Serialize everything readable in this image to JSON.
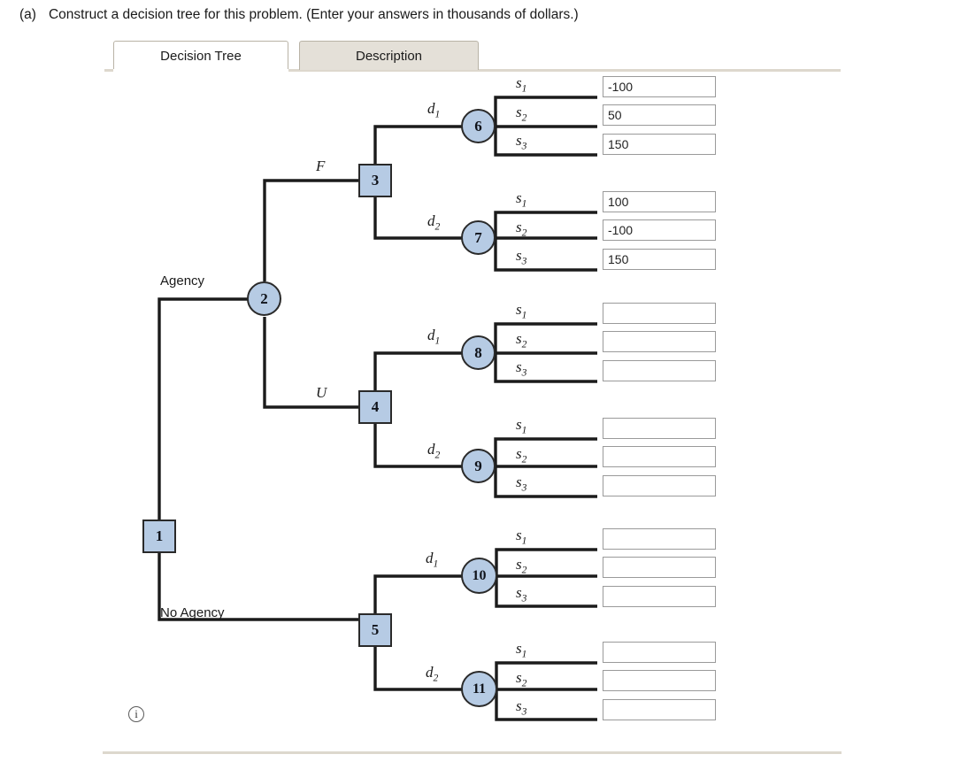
{
  "prompt": {
    "label": "(a)",
    "text": "Construct a decision tree for this problem. (Enter your answers in thousands of dollars.)"
  },
  "tabs": [
    {
      "id": "decision-tree",
      "label": "Decision Tree",
      "active": true
    },
    {
      "id": "description",
      "label": "Description",
      "active": false
    }
  ],
  "colors": {
    "node_fill": "#b6cbe4",
    "node_border": "#2a2a2a",
    "tab_inactive": "#e4e0d8",
    "tab_border": "#b9b3a6",
    "divider": "#ddd8cd",
    "input_border": "#9a9a9a"
  },
  "icons": {
    "info": "i"
  },
  "tree": {
    "nodes": [
      {
        "id": "1",
        "shape": "square",
        "label": "1"
      },
      {
        "id": "2",
        "shape": "circle",
        "label": "2"
      },
      {
        "id": "3",
        "shape": "square",
        "label": "3"
      },
      {
        "id": "4",
        "shape": "square",
        "label": "4"
      },
      {
        "id": "5",
        "shape": "square",
        "label": "5"
      },
      {
        "id": "6",
        "shape": "circle",
        "label": "6"
      },
      {
        "id": "7",
        "shape": "circle",
        "label": "7"
      },
      {
        "id": "8",
        "shape": "circle",
        "label": "8"
      },
      {
        "id": "9",
        "shape": "circle",
        "label": "9"
      },
      {
        "id": "10",
        "shape": "circle",
        "label": "10"
      },
      {
        "id": "11",
        "shape": "circle",
        "label": "11"
      }
    ],
    "edge_labels": {
      "agency": "Agency",
      "no_agency": "No Agency",
      "favorable": "F",
      "unfavorable": "U",
      "d1": "d",
      "d1_sub": "1",
      "d2": "d",
      "d2_sub": "2",
      "s1": "s",
      "s1_sub": "1",
      "s2": "s",
      "s2_sub": "2",
      "s3": "s",
      "s3_sub": "3"
    }
  },
  "payoffs": {
    "node6": {
      "s1": "-100",
      "s2": "50",
      "s3": "150"
    },
    "node7": {
      "s1": "100",
      "s2": "-100",
      "s3": "150"
    },
    "node8": {
      "s1": "",
      "s2": "",
      "s3": ""
    },
    "node9": {
      "s1": "",
      "s2": "",
      "s3": ""
    },
    "node10": {
      "s1": "",
      "s2": "",
      "s3": ""
    },
    "node11": {
      "s1": "",
      "s2": "",
      "s3": ""
    }
  }
}
